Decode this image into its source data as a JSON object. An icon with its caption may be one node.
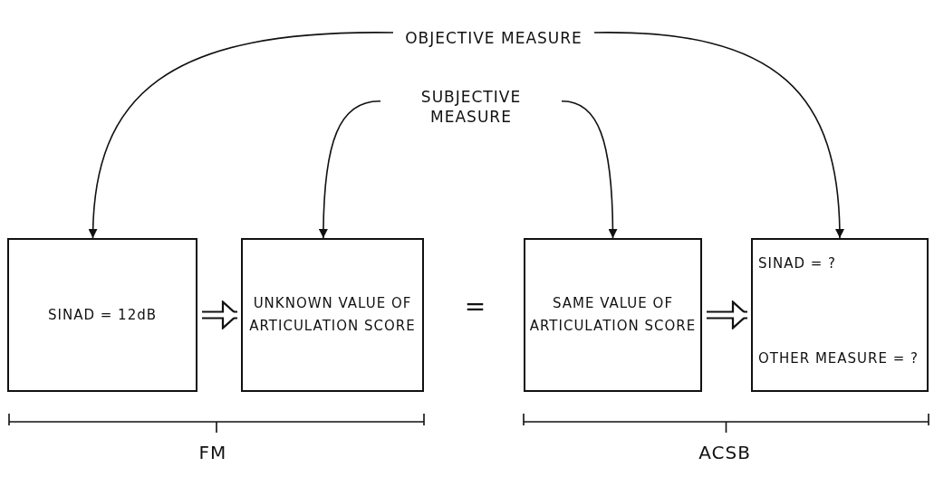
{
  "diagram": {
    "nodes": [
      {
        "text": [
          "OBJECTIVE MEASURE"
        ]
      },
      {
        "text": [
          "SUBJECTIVE MEASURE"
        ]
      },
      {
        "text": [
          "SINAD = 12dB"
        ]
      },
      {
        "text": [
          "UNKNOWN VALUE OF ARTICULATION SCORE"
        ]
      },
      {
        "text": [
          "SAME VALUE OF ARTICULATION SCORE"
        ]
      },
      {
        "text": [
          "SINAD = ?",
          "OTHER MEASURE = ?"
        ]
      }
    ],
    "edges": [
      {
        "from": 0,
        "to": 2,
        "arrow": "to"
      },
      {
        "from": 0,
        "to": 5,
        "arrow": "to"
      },
      {
        "from": 1,
        "to": 3,
        "arrow": "to"
      },
      {
        "from": 1,
        "to": 4,
        "arrow": "to"
      },
      {
        "from": 2,
        "to": 3,
        "arrow": "to",
        "style": "thick"
      },
      {
        "from": 4,
        "to": 5,
        "arrow": "to",
        "style": "thick"
      }
    ],
    "labels": [
      "=",
      "FM",
      "ACSB"
    ]
  }
}
